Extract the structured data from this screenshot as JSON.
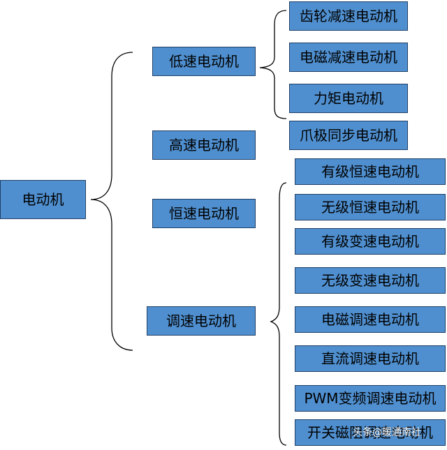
{
  "root": {
    "label": "电动机"
  },
  "level1": [
    {
      "label": "低速电动机"
    },
    {
      "label": "高速电动机"
    },
    {
      "label": "恒速电动机"
    },
    {
      "label": "调速电动机"
    }
  ],
  "low_speed_children": [
    {
      "label": "齿轮减速电动机"
    },
    {
      "label": "电磁减速电动机"
    },
    {
      "label": "力矩电动机"
    },
    {
      "label": "爪极同步电动机"
    }
  ],
  "speed_children": [
    {
      "label": "有级恒速电动机"
    },
    {
      "label": "无级恒速电动机"
    },
    {
      "label": "有级变速电动机"
    },
    {
      "label": "无级变速电动机"
    },
    {
      "label": "电磁调速电动机"
    },
    {
      "label": "直流调速电动机"
    },
    {
      "label": "PWM变频调速电动机"
    },
    {
      "label": "开关磁阻调速电动机"
    }
  ],
  "watermark": "头条@暖通南社",
  "colors": {
    "box_fill": "#4f8fcf",
    "box_border": "#1f3f66",
    "brace": "#000000"
  }
}
